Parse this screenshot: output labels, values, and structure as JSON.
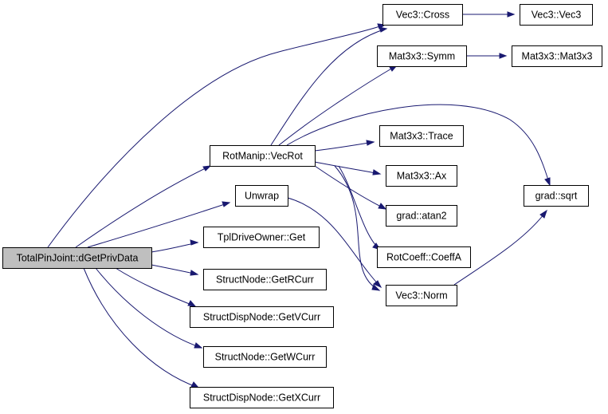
{
  "graph": {
    "colors": {
      "root_fill": "#bfbfbf",
      "node_fill": "#ffffff",
      "edge": "#191970"
    },
    "nodes": {
      "total_pin_joint_dgetprivdata": "TotalPinJoint::dGetPrivData",
      "rotmanip_vecrot": "RotManip::VecRot",
      "unwrap": "Unwrap",
      "tpldriveowner_get": "TplDriveOwner::Get",
      "structnode_getrcurr": "StructNode::GetRCurr",
      "structdispnode_getvcurr": "StructDispNode::GetVCurr",
      "structnode_getwcurr": "StructNode::GetWCurr",
      "structdispnode_getxcurr": "StructDispNode::GetXCurr",
      "vec3_cross": "Vec3::Cross",
      "vec3_vec3": "Vec3::Vec3",
      "mat3x3_symm": "Mat3x3::Symm",
      "mat3x3_mat3x3": "Mat3x3::Mat3x3",
      "mat3x3_trace": "Mat3x3::Trace",
      "mat3x3_ax": "Mat3x3::Ax",
      "grad_atan2": "grad::atan2",
      "rotcoeff_coeffa": "RotCoeff::CoeffA",
      "vec3_norm": "Vec3::Norm",
      "grad_sqrt": "grad::sqrt"
    }
  }
}
